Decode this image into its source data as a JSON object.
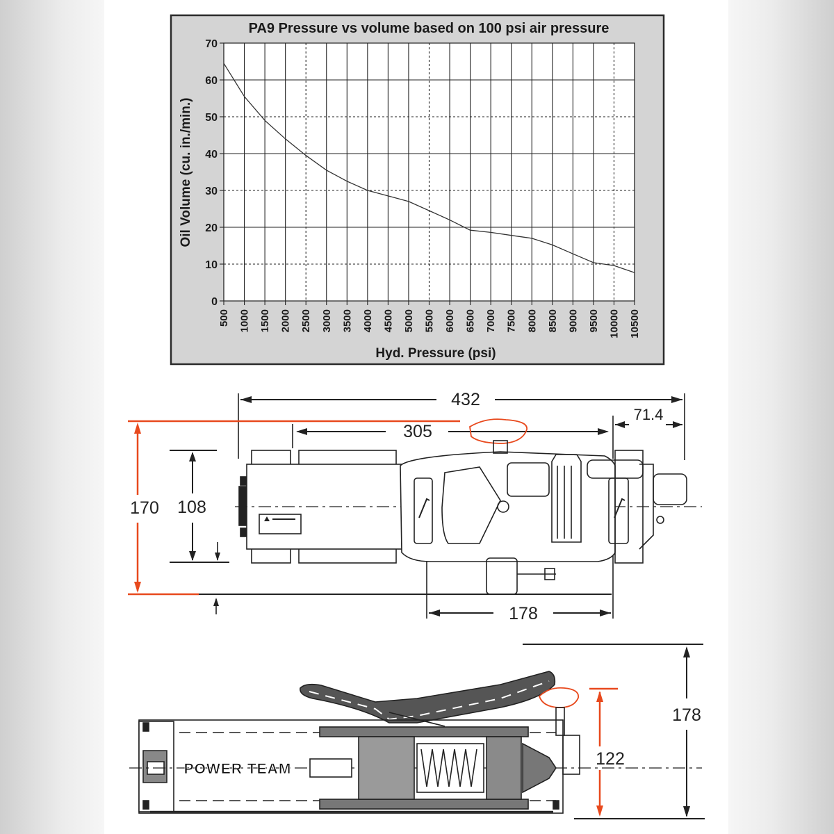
{
  "chart_data": {
    "type": "line",
    "title": "PA9 Pressure vs volume based on 100 psi air pressure",
    "xlabel": "Hyd. Pressure (psi)",
    "ylabel": "Oil Volume (cu. in./min.)",
    "xlim": [
      500,
      10500
    ],
    "ylim": [
      0,
      70
    ],
    "x_ticks": [
      "500",
      "1000",
      "1500",
      "2000",
      "2500",
      "3000",
      "3500",
      "4000",
      "4500",
      "5000",
      "5500",
      "6000",
      "6500",
      "7000",
      "7500",
      "8000",
      "8500",
      "9000",
      "9500",
      "10000",
      "10500"
    ],
    "y_ticks": [
      "0",
      "10",
      "20",
      "30",
      "40",
      "50",
      "60",
      "70"
    ],
    "grid": true,
    "series": [
      {
        "x": [
          500,
          1000,
          1500,
          2000,
          2500,
          3000,
          3500,
          4000,
          4500,
          5000,
          5500,
          6000,
          6500,
          7000,
          7500,
          8000,
          8500,
          9000,
          9500,
          10000,
          10500
        ],
        "y": [
          64.5,
          55.5,
          49,
          44,
          39.5,
          35.5,
          32.5,
          30,
          28.5,
          27,
          24.5,
          22,
          19.2,
          18.6,
          17.8,
          17,
          15.2,
          12.8,
          10.4,
          9.6,
          7.7
        ]
      }
    ]
  },
  "drawing": {
    "dim_overall_length": "432",
    "dim_inner_length": "305",
    "dim_right_offset": "71.4",
    "dim_width": "170",
    "dim_inner_width": "108",
    "dim_base_length": "178",
    "dim_height": "178",
    "dim_cap_height": "122",
    "brand_text": "POWER TEAM",
    "accent_color": "#e8491d"
  }
}
